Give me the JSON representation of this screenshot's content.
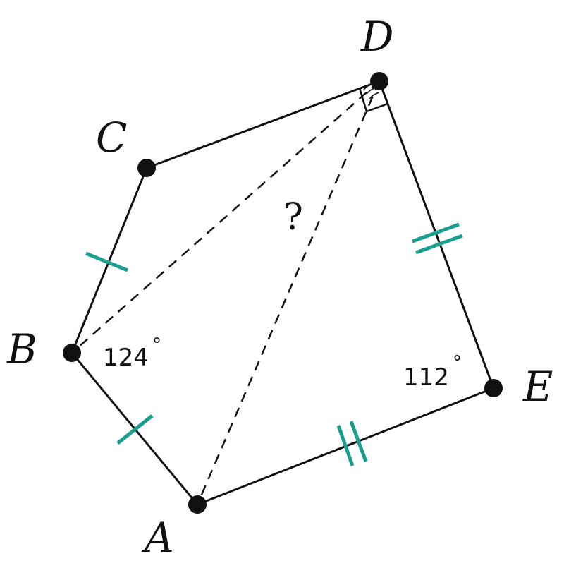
{
  "vertices": {
    "A": "A",
    "B": "B",
    "C": "C",
    "D": "D",
    "E": "E"
  },
  "angles": {
    "B": "124",
    "E": "112",
    "degree_symbol": "°"
  },
  "unknown": "?",
  "colors": {
    "ink": "#111111",
    "tick": "#1a9e8f"
  }
}
